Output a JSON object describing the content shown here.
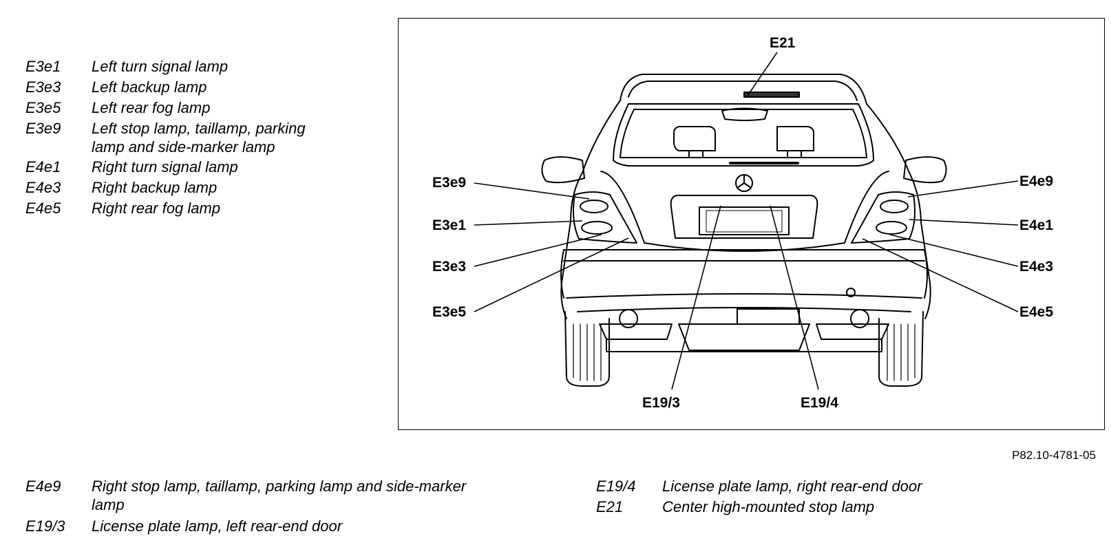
{
  "legend_top": [
    {
      "code": "E3e1",
      "desc": "Left turn signal lamp"
    },
    {
      "code": "E3e3",
      "desc": "Left backup lamp"
    },
    {
      "code": "E3e5",
      "desc": "Left rear fog lamp"
    },
    {
      "code": "E3e9",
      "desc": "Left stop lamp, taillamp, parking",
      "desc2": "lamp and side-marker lamp"
    },
    {
      "code": "E4e1",
      "desc": "Right turn signal lamp"
    },
    {
      "code": "E4e3",
      "desc": "Right backup lamp"
    },
    {
      "code": "E4e5",
      "desc": "Right rear fog lamp"
    }
  ],
  "legend_bottom_left": [
    {
      "code": "E4e9",
      "desc": "Right stop lamp, taillamp, parking lamp and side-marker",
      "desc2": "lamp"
    },
    {
      "code": "E19/3",
      "desc": "License plate lamp, left rear-end door"
    }
  ],
  "legend_bottom_right": [
    {
      "code": "E19/4",
      "desc": "License plate lamp, right rear-end door"
    },
    {
      "code": "E21",
      "desc": "Center high-mounted stop lamp"
    }
  ],
  "callouts": {
    "e21": "E21",
    "e3e9": "E3e9",
    "e3e1": "E3e1",
    "e3e3": "E3e3",
    "e3e5": "E3e5",
    "e4e9": "E4e9",
    "e4e1": "E4e1",
    "e4e3": "E4e3",
    "e4e5": "E4e5",
    "e19_3": "E19/3",
    "e19_4": "E19/4"
  },
  "reference_number": "P82.10-4781-05"
}
